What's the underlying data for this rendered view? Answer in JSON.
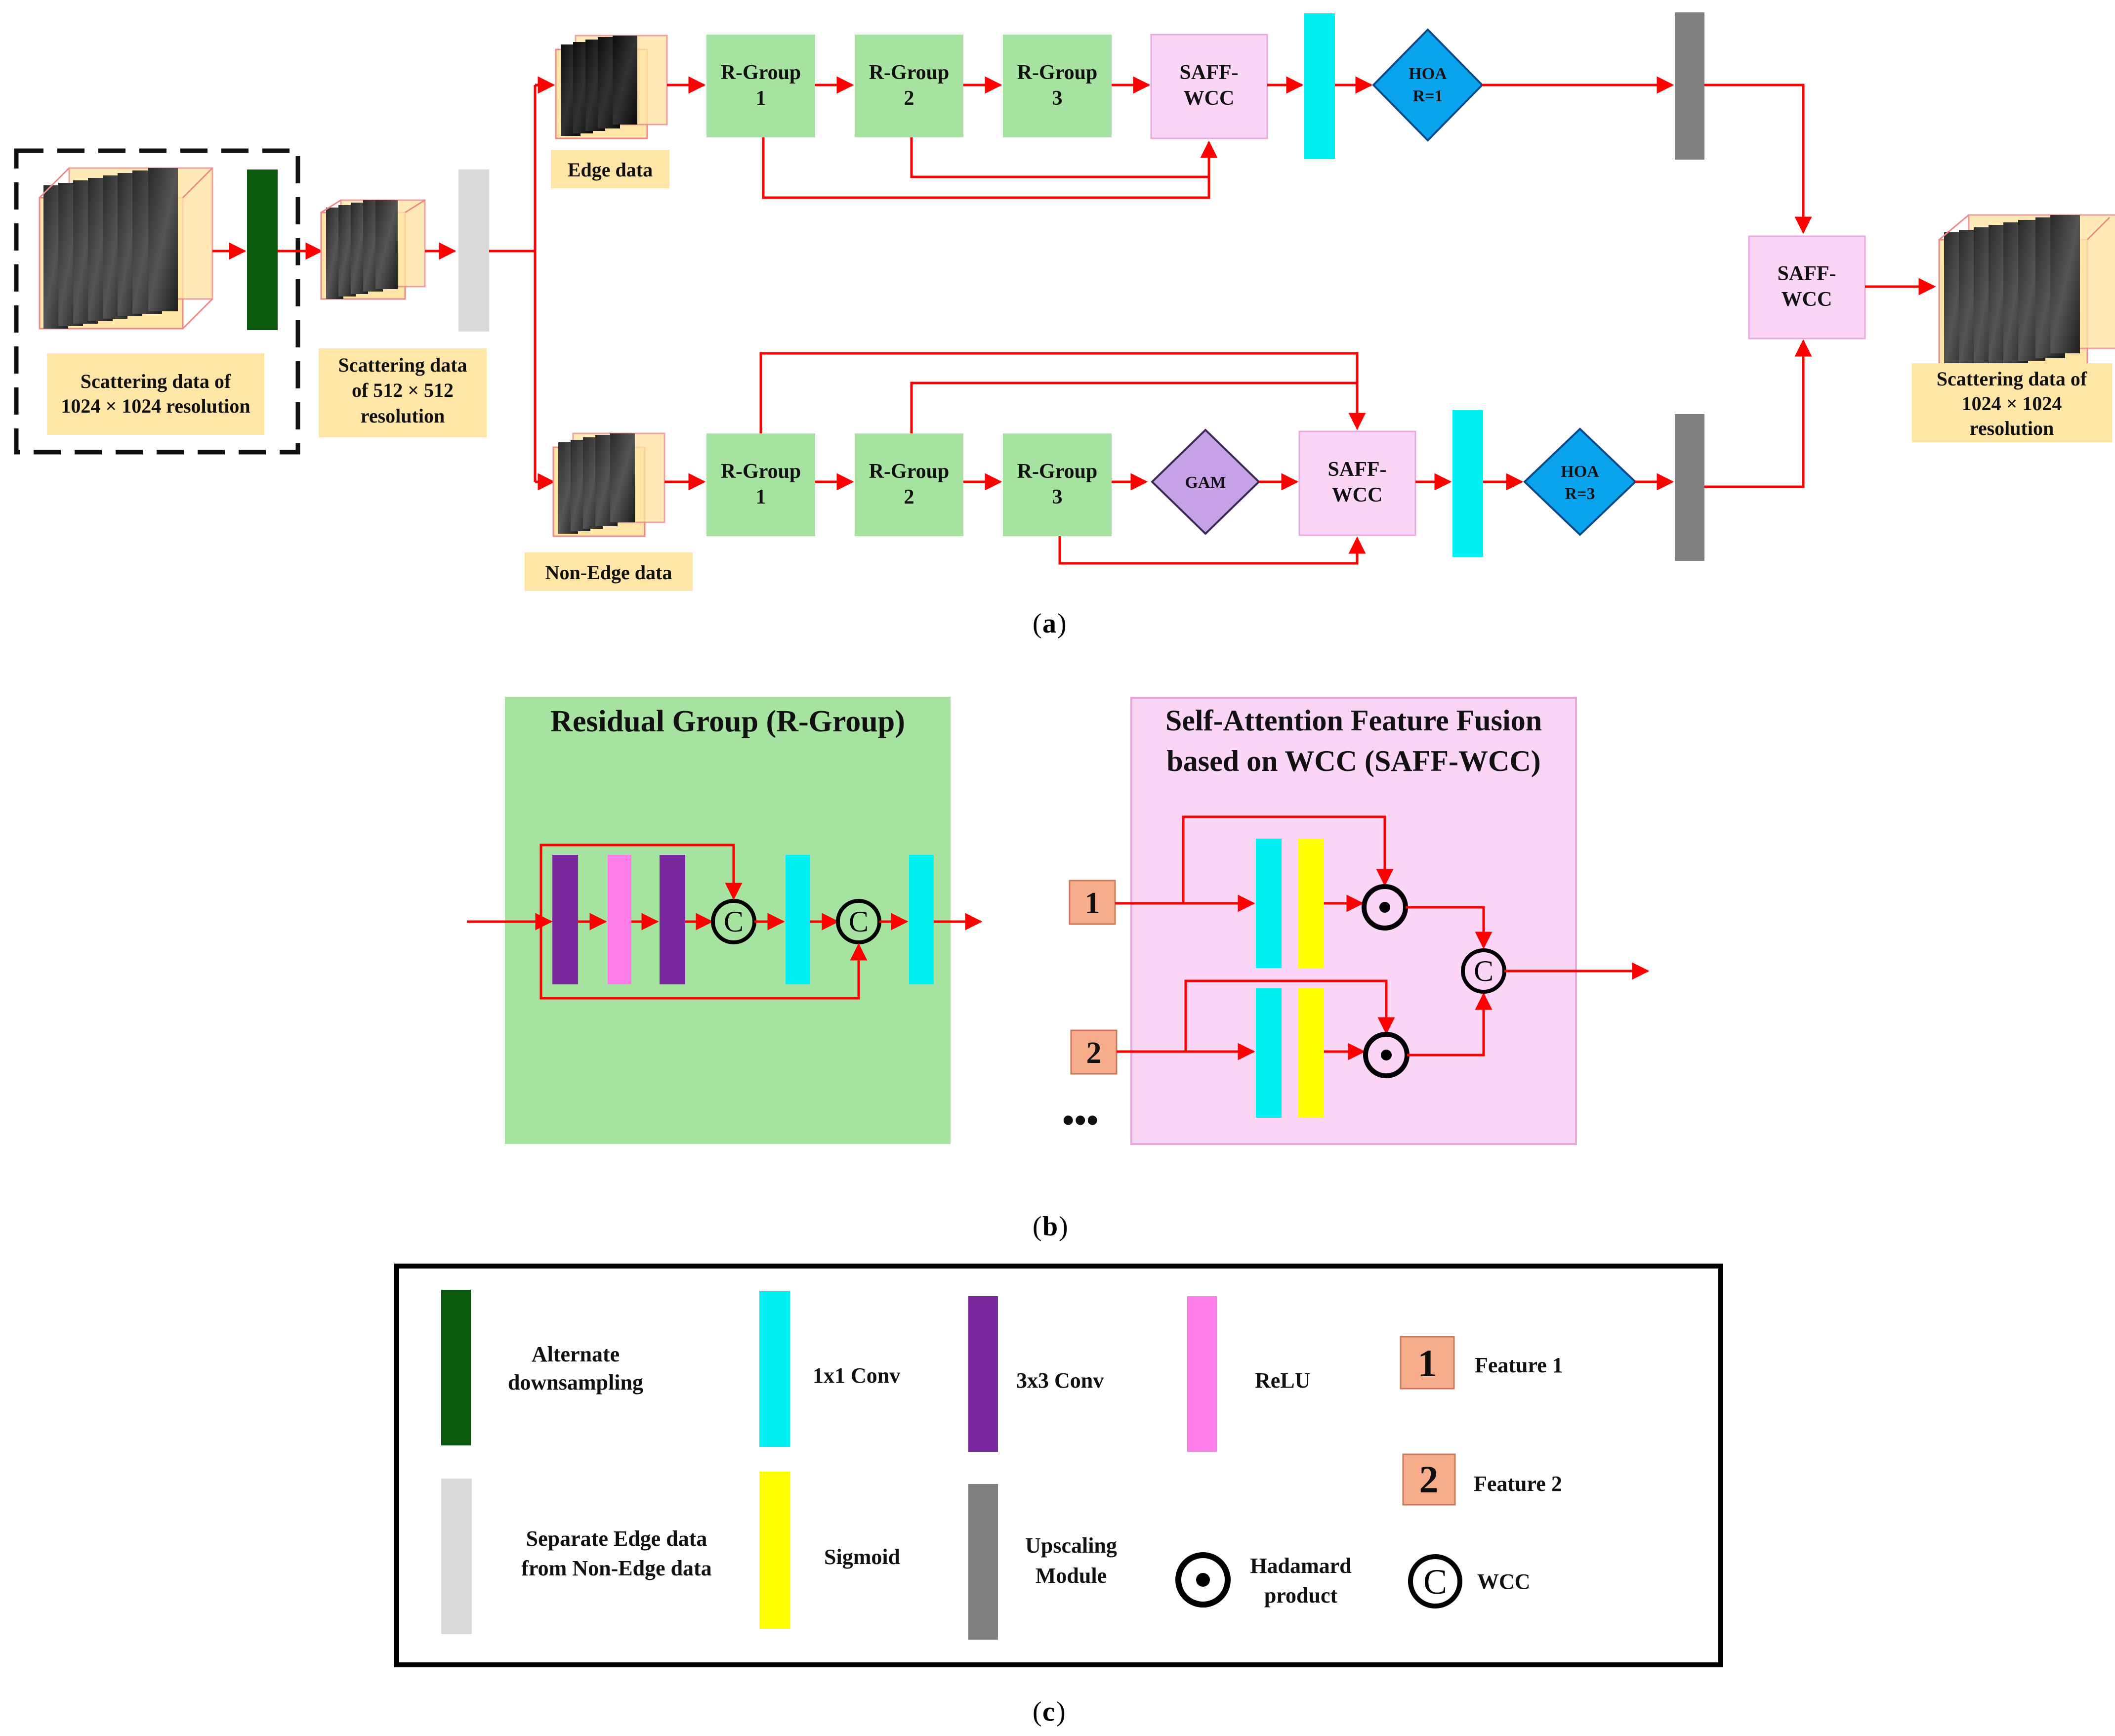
{
  "colors": {
    "arrow": "#ff0000",
    "dark_green": "#0b5a0e",
    "light_gray": "#d9d9d9",
    "group_green": "#a6e3a1",
    "saff_pink": "#fbd5f5",
    "cyan": "#00f0f5",
    "hoa_blue": "#0aa4ee",
    "upscale_gray": "#7f7f7f",
    "label_bg": "#ffe6a6",
    "gam_purple": "#c8a0e6",
    "conv3_purple": "#7a2a9e",
    "relu_pink": "#ff7de8",
    "sigmoid_yellow": "#ffff00",
    "feature_orange": "#f7ad8c"
  },
  "panel_a": {
    "caption_letter": "a",
    "input_label_line1": "Scattering data of",
    "input_label_line2": "1024 × 1024 resolution",
    "mid_label_line1": "Scattering data",
    "mid_label_line2": "of 512 ×  512",
    "mid_label_line3": "resolution",
    "edge_label": "Edge data",
    "nonedge_label": "Non-Edge data",
    "top_groups": [
      {
        "line1": "R-Group",
        "line2": "1"
      },
      {
        "line1": "R-Group",
        "line2": "2"
      },
      {
        "line1": "R-Group",
        "line2": "3"
      }
    ],
    "bottom_groups": [
      {
        "line1": "R-Group",
        "line2": "1"
      },
      {
        "line1": "R-Group",
        "line2": "2"
      },
      {
        "line1": "R-Group",
        "line2": "3"
      }
    ],
    "saff_line1": "SAFF-",
    "saff_line2": "WCC",
    "hoa_top_line1": "HOA",
    "hoa_top_line2": "R=1",
    "hoa_bottom_line1": "HOA",
    "hoa_bottom_line2": "R=3",
    "gam": "GAM",
    "output_label_line1": "Scattering data of",
    "output_label_line2": "1024 × 1024",
    "output_label_line3": "resolution"
  },
  "panel_b": {
    "caption_letter": "b",
    "rgroup_title": "Residual Group (R-Group)",
    "saff_title_line1": "Self-Attention Feature Fusion",
    "saff_title_line2": "based on WCC (SAFF-WCC)",
    "feature1": "1",
    "feature2": "2",
    "ellipsis": "•••",
    "wcc_symbol": "C"
  },
  "panel_c": {
    "caption_letter": "c",
    "legend": {
      "alt_down_line1": "Alternate",
      "alt_down_line2": "downsampling",
      "conv1": "1x1  Conv",
      "conv3": "3x3  Conv",
      "relu": "ReLU",
      "feature1_num": "1",
      "feature1_text": "Feature 1",
      "feature2_num": "2",
      "feature2_text": "Feature 2",
      "separate_line1": "Separate Edge data",
      "separate_line2": "from Non-Edge data",
      "sigmoid": "Sigmoid",
      "upscale_line1": "Upscaling",
      "upscale_line2": "Module",
      "hadamard_line1": "Hadamard",
      "hadamard_line2": "product",
      "wcc": "WCC",
      "wcc_symbol": "C"
    }
  }
}
